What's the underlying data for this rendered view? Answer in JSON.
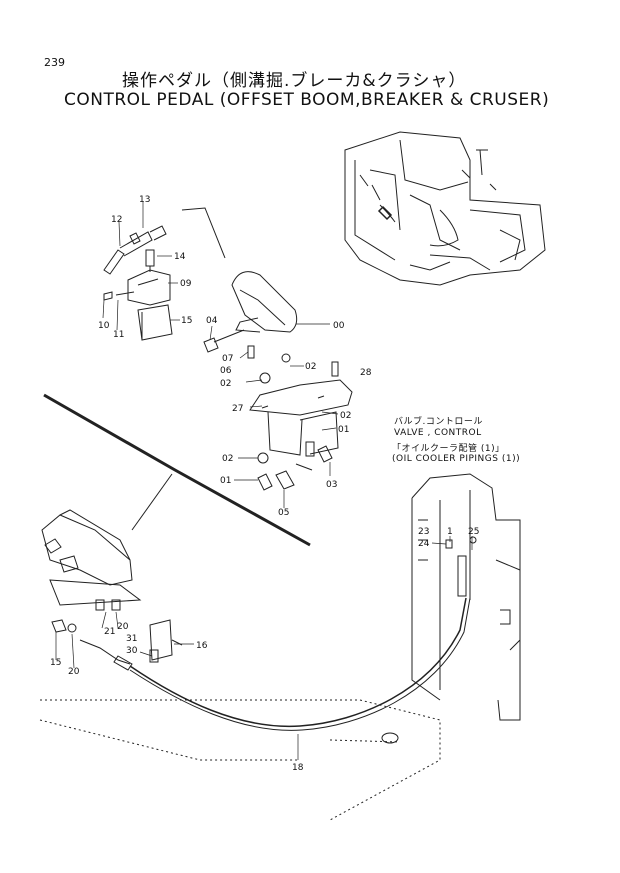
{
  "page_number": "239",
  "title_jp": "操作ペダル（側溝掘.ブレーカ&クラシャ）",
  "title_en": "CONTROL PEDAL (OFFSET BOOM,BREAKER & CRUSER)",
  "notes": {
    "valve_jp": "バルブ.コントロール",
    "valve_en": "VALVE , CONTROL",
    "oil_jp": "「オイルクーラ配管 (1)」",
    "oil_en": "(OIL COOLER PIPINGS (1))"
  },
  "part_labels": [
    {
      "id": "lbl-13",
      "text": "13"
    },
    {
      "id": "lbl-12",
      "text": "12"
    },
    {
      "id": "lbl-14",
      "text": "14"
    },
    {
      "id": "lbl-09",
      "text": "09"
    },
    {
      "id": "lbl-15a",
      "text": "15"
    },
    {
      "id": "lbl-10",
      "text": "10"
    },
    {
      "id": "lbl-11",
      "text": "11"
    },
    {
      "id": "lbl-04",
      "text": "04"
    },
    {
      "id": "lbl-00",
      "text": "00"
    },
    {
      "id": "lbl-07",
      "text": "07"
    },
    {
      "id": "lbl-06",
      "text": "06"
    },
    {
      "id": "lbl-02a",
      "text": "02"
    },
    {
      "id": "lbl-02b",
      "text": "02"
    },
    {
      "id": "lbl-28",
      "text": "28"
    },
    {
      "id": "lbl-27",
      "text": "27"
    },
    {
      "id": "lbl-02c",
      "text": "02"
    },
    {
      "id": "lbl-01a",
      "text": "01"
    },
    {
      "id": "lbl-02d",
      "text": "02"
    },
    {
      "id": "lbl-01b",
      "text": "01"
    },
    {
      "id": "lbl-03",
      "text": "03"
    },
    {
      "id": "lbl-05",
      "text": "05"
    },
    {
      "id": "lbl-23",
      "text": "23"
    },
    {
      "id": "lbl-1",
      "text": "1"
    },
    {
      "id": "lbl-25",
      "text": "25"
    },
    {
      "id": "lbl-24",
      "text": "24"
    },
    {
      "id": "lbl-21",
      "text": "21"
    },
    {
      "id": "lbl-20a",
      "text": "20"
    },
    {
      "id": "lbl-31",
      "text": "31"
    },
    {
      "id": "lbl-16",
      "text": "16"
    },
    {
      "id": "lbl-30",
      "text": "30"
    },
    {
      "id": "lbl-15b",
      "text": "15"
    },
    {
      "id": "lbl-20b",
      "text": "20"
    },
    {
      "id": "lbl-18",
      "text": "18"
    }
  ]
}
